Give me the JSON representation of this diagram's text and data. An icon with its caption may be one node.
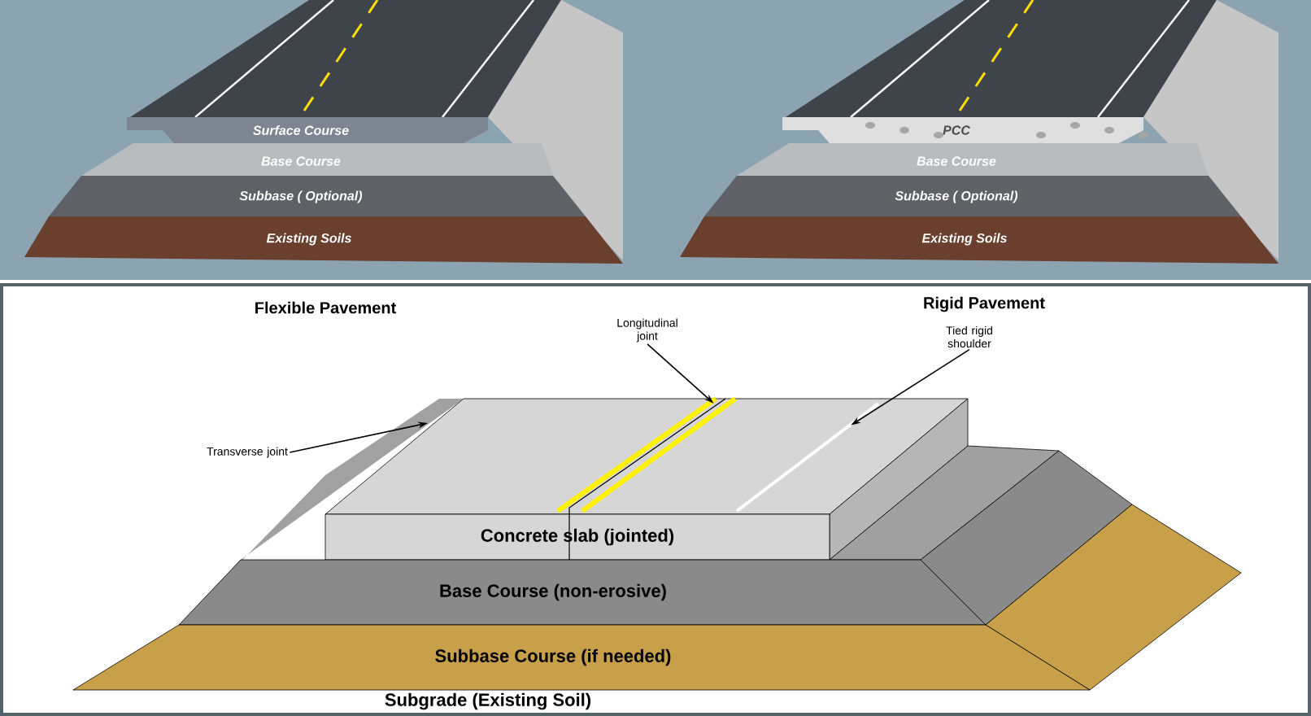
{
  "diagram": {
    "nodes": [
      {
        "text": [
          "Surface Course"
        ]
      },
      {
        "text": [
          "Base Course"
        ]
      },
      {
        "text": [
          "Subbase ( Optional)"
        ]
      },
      {
        "text": [
          "Existing Soils"
        ]
      },
      {
        "text": [
          "PCC"
        ]
      },
      {
        "text": [
          "Base Course"
        ]
      },
      {
        "text": [
          "Subbase ( Optional)"
        ]
      },
      {
        "text": [
          "Existing Soils"
        ]
      },
      {
        "text": [
          "Longitudinal joint"
        ]
      },
      {
        "text": [
          "Tied rigid shoulder"
        ]
      },
      {
        "text": [
          "Transverse joint"
        ]
      },
      {
        "text": [
          "Concrete slab (jointed)"
        ]
      },
      {
        "text": [
          "Base Course (non-erosive)"
        ]
      },
      {
        "text": [
          "Subbase Course (if needed)"
        ]
      },
      {
        "text": [],
        "shape": "line"
      },
      {
        "text": [],
        "shape": "line"
      }
    ],
    "edges": [
      {
        "from": 8,
        "to": 14,
        "arrow": "to"
      },
      {
        "from": 9,
        "to": 15,
        "arrow": "to"
      },
      {
        "from": 10,
        "to": null,
        "arrow": "to"
      }
    ],
    "labels": [
      "Flexible Pavement",
      "Rigid Pavement",
      "Subgrade (Existing Soil)"
    ]
  }
}
